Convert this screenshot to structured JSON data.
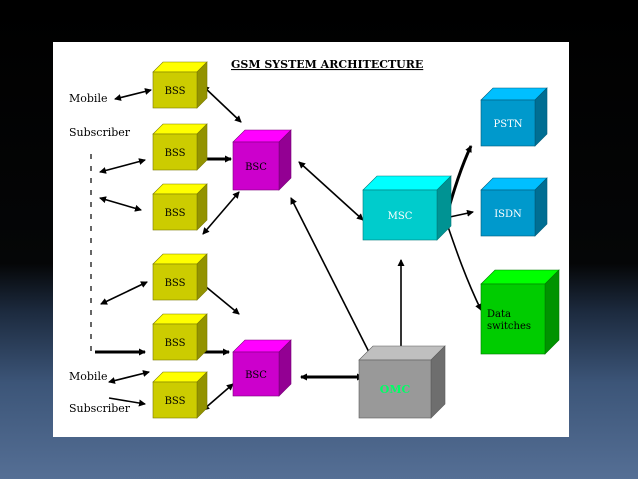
{
  "diagram": {
    "title": "GSM SYSTEM ARCHITECTURE",
    "mobile_subscriber_top": [
      "Mobile",
      "Subscriber"
    ],
    "mobile_subscriber_bottom": [
      "Mobile",
      "Subscriber"
    ],
    "nodes": {
      "bss": "BSS",
      "bsc": "BSC",
      "msc": "MSC",
      "pstn": "PSTN",
      "isdn": "ISDN",
      "data_switches": [
        "Data",
        "switches"
      ],
      "omc": "OMC"
    },
    "colors": {
      "bss": "#cccc00",
      "bsc": "#cc00cc",
      "msc": "#00cccc",
      "pstn": "#0099cc",
      "data": "#00cc00",
      "omc": "#999999"
    }
  }
}
